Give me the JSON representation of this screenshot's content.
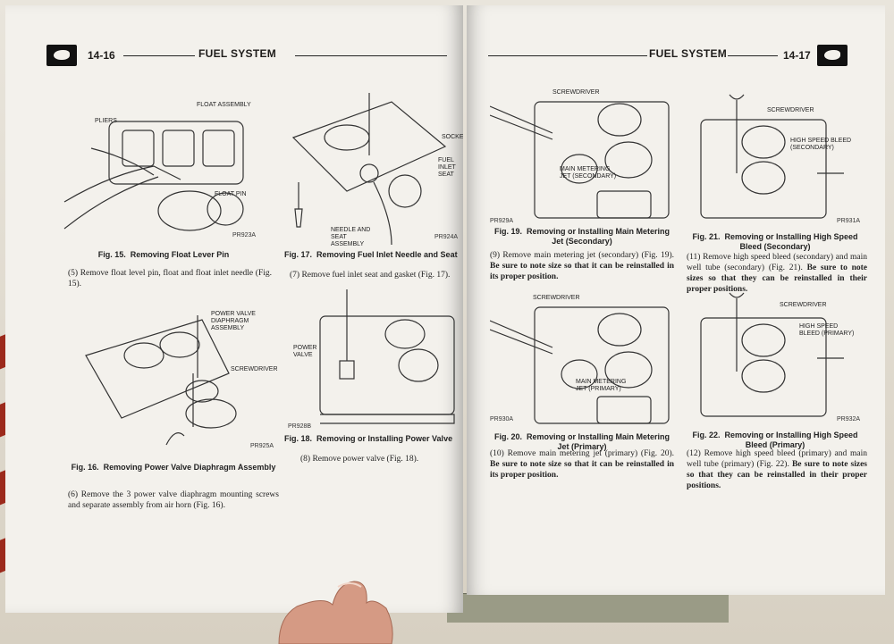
{
  "left_page": {
    "page_number": "14-16",
    "section_title": "FUEL SYSTEM",
    "figures": [
      {
        "number": "Fig. 15.",
        "caption": "Removing Float Lever Pin",
        "code": "PR923A",
        "labels": [
          "PLIERS",
          "FLOAT ASSEMBLY",
          "FLOAT PIN"
        ]
      },
      {
        "number": "Fig. 16.",
        "caption": "Removing Power Valve Diaphragm Assembly",
        "code": "PR925A",
        "labels": [
          "POWER VALVE DIAPHRAGM ASSEMBLY",
          "SCREWDRIVER"
        ]
      },
      {
        "number": "Fig. 17.",
        "caption": "Removing Fuel Inlet Needle and Seat",
        "code": "PR924A",
        "labels": [
          "SOCKET",
          "FUEL INLET SEAT",
          "NEEDLE AND SEAT ASSEMBLY"
        ]
      },
      {
        "number": "Fig. 18.",
        "caption": "Removing or Installing Power Valve",
        "code": "PR928B",
        "labels": [
          "POWER VALVE"
        ]
      }
    ],
    "paragraphs": {
      "p5": "(5) Remove float level pin, float and float inlet needle (Fig. 15).",
      "p6": "(6) Remove the 3 power valve diaphragm mounting screws and separate assembly from air horn (Fig. 16).",
      "p7": "(7) Remove fuel inlet seat and gasket (Fig. 17).",
      "p8": "(8) Remove power valve (Fig. 18)."
    }
  },
  "right_page": {
    "page_number": "14-17",
    "section_title": "FUEL SYSTEM",
    "figures": [
      {
        "number": "Fig. 19.",
        "caption": "Removing or Installing Main Metering Jet (Secondary)",
        "code": "PR929A",
        "labels": [
          "SCREWDRIVER",
          "MAIN METERING JET (SECONDARY)"
        ]
      },
      {
        "number": "Fig. 20.",
        "caption": "Removing or Installing Main Metering Jet (Primary)",
        "code": "PR930A",
        "labels": [
          "SCREWDRIVER",
          "MAIN METERING JET (PRIMARY)"
        ]
      },
      {
        "number": "Fig. 21.",
        "caption": "Removing or Installing High Speed Bleed (Secondary)",
        "code": "PR931A",
        "labels": [
          "SCREWDRIVER",
          "HIGH SPEED BLEED (SECONDARY)"
        ]
      },
      {
        "number": "Fig. 22.",
        "caption": "Removing or Installing High Speed Bleed (Primary)",
        "code": "PR932A",
        "labels": [
          "SCREWDRIVER",
          "HIGH SPEED BLEED (PRIMARY)"
        ]
      }
    ],
    "paragraphs": {
      "p9_a": "(9) Remove main metering jet (secondary) (Fig. 19).",
      "p9_b": "Be sure to note size so that it can be reinstalled in its proper position.",
      "p10_a": "(10) Remove main metering jet (primary) (Fig. 20).",
      "p10_b": "Be sure to note size so that it can be reinstalled in its proper position.",
      "p11_a": "(11) Remove high speed bleed (secondary) and main well tube (secondary) (Fig. 21).",
      "p11_b": "Be sure to note sizes so that they can be reinstalled in their proper positions.",
      "p12_a": "(12) Remove high speed bleed (primary) and main well tube (primary) (Fig. 22).",
      "p12_b": "Be sure to note sizes so that they can be reinstalled in their proper positions."
    }
  },
  "colors": {
    "paper": "#f3f1ec",
    "ink": "#222222",
    "cover_red": "#9c2a1c",
    "background": "#d8d2c6"
  }
}
